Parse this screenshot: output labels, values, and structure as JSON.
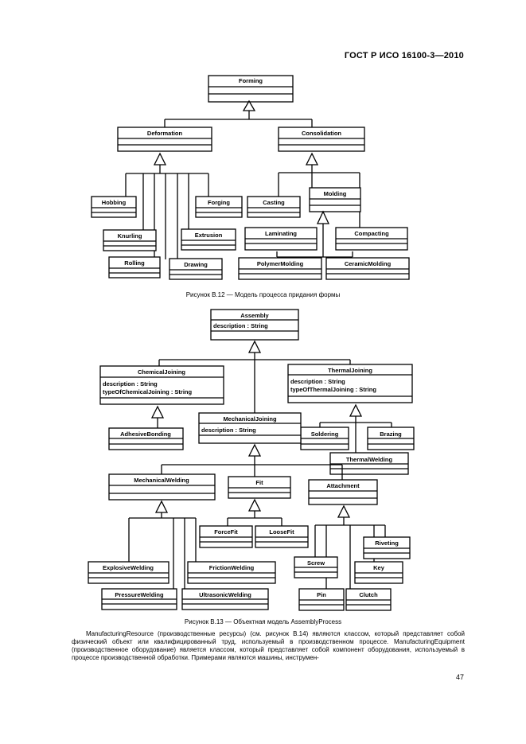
{
  "header": {
    "standard_id": "ГОСТ Р ИСО 16100-3—2010"
  },
  "figure_b12": {
    "caption": "Рисунок В.12 — Модель процесса придания формы",
    "classes": {
      "forming": "Forming",
      "deformation": "Deformation",
      "consolidation": "Consolidation",
      "hobbing": "Hobbing",
      "knurling": "Knurling",
      "rolling": "Rolling",
      "drawing": "Drawing",
      "extrusion": "Extrusion",
      "forging": "Forging",
      "casting": "Casting",
      "molding": "Molding",
      "laminating": "Laminating",
      "compacting": "Compacting",
      "polymer_molding": "PolymerMolding",
      "ceramic_molding": "CeramicMolding"
    }
  },
  "figure_b13": {
    "caption": "Рисунок В.13 — Объектная модель AssemblyProcess",
    "classes": {
      "assembly": {
        "name": "Assembly",
        "attrs": [
          "description : String"
        ]
      },
      "chemical_joining": {
        "name": "ChemicalJoining",
        "attrs": [
          "description : String",
          "typeOfChemicalJoining : String"
        ]
      },
      "thermal_joining": {
        "name": "ThermalJoining",
        "attrs": [
          "description : String",
          "typeOfThermalJoining : String"
        ]
      },
      "mechanical_joining": {
        "name": "MechanicalJoining",
        "attrs": [
          "description : String"
        ]
      },
      "adhesive_bonding": "AdhesiveBonding",
      "soldering": "Soldering",
      "brazing": "Brazing",
      "thermal_welding": "ThermalWelding",
      "mechanical_welding": "MechanicalWelding",
      "fit": "Fit",
      "attachment": "Attachment",
      "force_fit": "ForceFit",
      "loose_fit": "LooseFit",
      "riveting": "Riveting",
      "screw": "Screw",
      "key": "Key",
      "pin": "Pin",
      "clutch": "Clutch",
      "explosive_welding": "ExplosiveWelding",
      "friction_welding": "FrictionWelding",
      "pressure_welding": "PressureWelding",
      "ultrasonic_welding": "UltrasonicWelding"
    }
  },
  "paragraph": "ManufacturingResource (производственные ресурсы) (см. рисунок В.14) являются классом, который представляет собой физический объект или квалифицированный труд, используемый в производственном процессе. ManufacturingEquipment (производственное оборудование) является классом, который представляет собой компонент оборудования, используемый в процессе производственной обработки. Примерами являются машины, инструмен-",
  "page_number": "47"
}
